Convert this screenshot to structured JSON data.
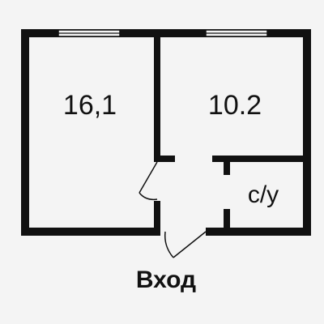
{
  "plan": {
    "colors": {
      "background": "#f4f4f4",
      "wall": "#111111",
      "window_glass": "#f4f4f4"
    },
    "rooms": [
      {
        "label": "16,1"
      },
      {
        "label": "10.2"
      },
      {
        "label": "с/у"
      }
    ],
    "entrance_label": "Вход",
    "icons": [
      "window-icon",
      "door-swing-icon"
    ]
  }
}
